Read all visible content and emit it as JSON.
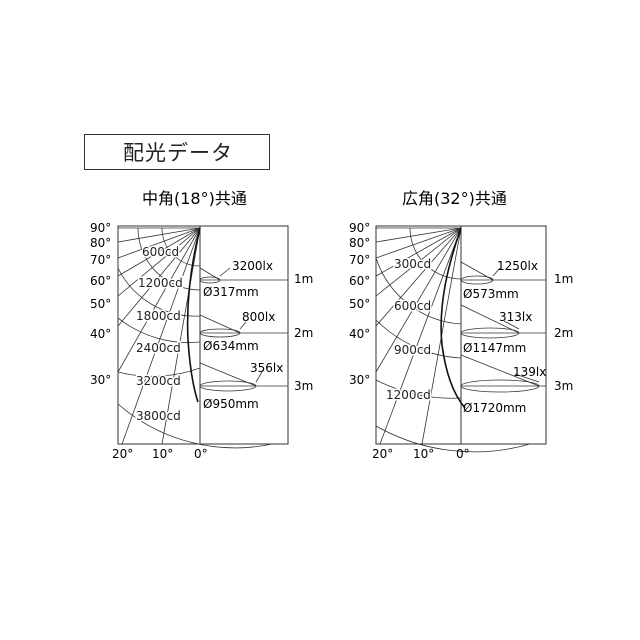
{
  "heading": "配光データ",
  "diagrams": [
    {
      "title": "中角(18°)共通",
      "angle_labels": [
        "90°",
        "80°",
        "70°",
        "60°",
        "50°",
        "40°",
        "30°"
      ],
      "bottom_labels": [
        "20°",
        "10°",
        "0°"
      ],
      "candela_labels": [
        "600cd",
        "1200cd",
        "1800cd",
        "2400cd",
        "3200cd",
        "3800cd"
      ],
      "lux_labels": [
        "3200lx",
        "800lx",
        "356lx"
      ],
      "diameter_labels": [
        "Ø317mm",
        "Ø634mm",
        "Ø950mm"
      ],
      "distance_labels": [
        "1m",
        "2m",
        "3m"
      ]
    },
    {
      "title": "広角(32°)共通",
      "angle_labels": [
        "90°",
        "80°",
        "70°",
        "60°",
        "50°",
        "40°",
        "30°"
      ],
      "bottom_labels": [
        "20°",
        "10°",
        "0°"
      ],
      "candela_labels": [
        "300cd",
        "600cd",
        "900cd",
        "1200cd"
      ],
      "lux_labels": [
        "1250lx",
        "313lx",
        "139lx"
      ],
      "diameter_labels": [
        "Ø573mm",
        "Ø1147mm",
        "Ø1720mm"
      ],
      "distance_labels": [
        "1m",
        "2m",
        "3m"
      ]
    }
  ]
}
